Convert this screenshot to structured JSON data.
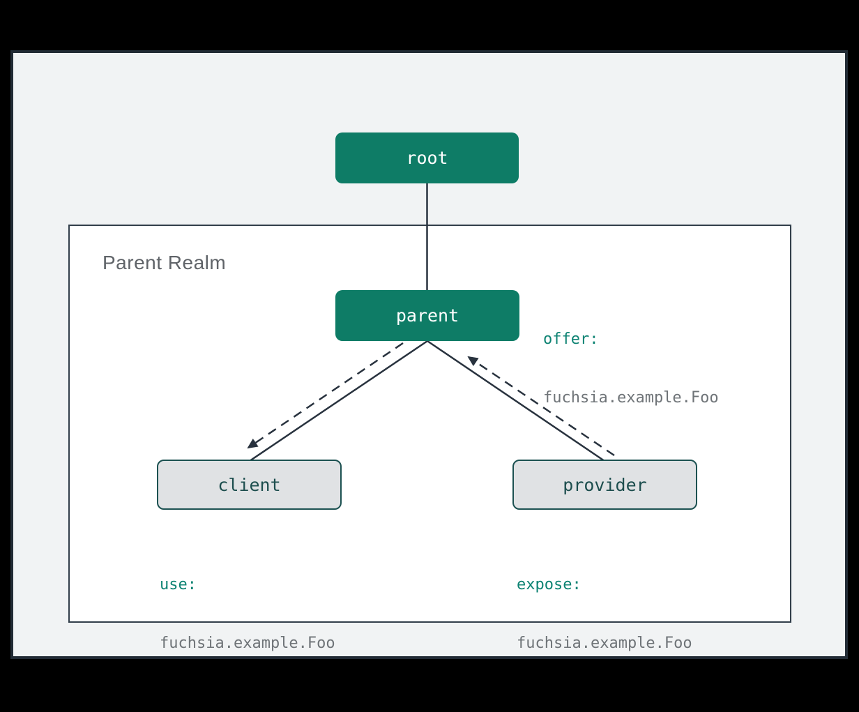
{
  "diagram": {
    "realm_label": "Parent Realm",
    "nodes": {
      "root": {
        "label": "root"
      },
      "parent": {
        "label": "parent"
      },
      "client": {
        "label": "client"
      },
      "provider": {
        "label": "provider"
      }
    },
    "annotations": {
      "offer": {
        "keyword": "offer:",
        "value": "fuchsia.example.Foo"
      },
      "use": {
        "keyword": "use:",
        "value": "fuchsia.example.Foo"
      },
      "expose": {
        "keyword": "expose:",
        "value": "fuchsia.example.Foo"
      }
    },
    "edges": [
      {
        "from": "root",
        "to": "parent",
        "style": "solid"
      },
      {
        "from": "parent",
        "to": "client",
        "style": "solid"
      },
      {
        "from": "parent",
        "to": "provider",
        "style": "solid"
      },
      {
        "from": "parent",
        "to": "client",
        "style": "dashed-arrow"
      },
      {
        "from": "provider",
        "to": "parent",
        "style": "dashed-arrow"
      }
    ],
    "colors": {
      "page_bg": "#000000",
      "canvas_bg": "#F1F3F4",
      "canvas_border": "#222B35",
      "realm_bg": "#FFFFFF",
      "realm_border": "#323E4A",
      "realm_label_text": "#5F6368",
      "node_fill": "#0E7C66",
      "node_text": "#FFFFFF",
      "child_fill": "#E0E2E4",
      "child_border": "#1C5151",
      "child_text": "#1D4E4E",
      "keyword_text": "#0E8373",
      "value_text": "#6F7478",
      "edge_line": "#28323E"
    }
  }
}
